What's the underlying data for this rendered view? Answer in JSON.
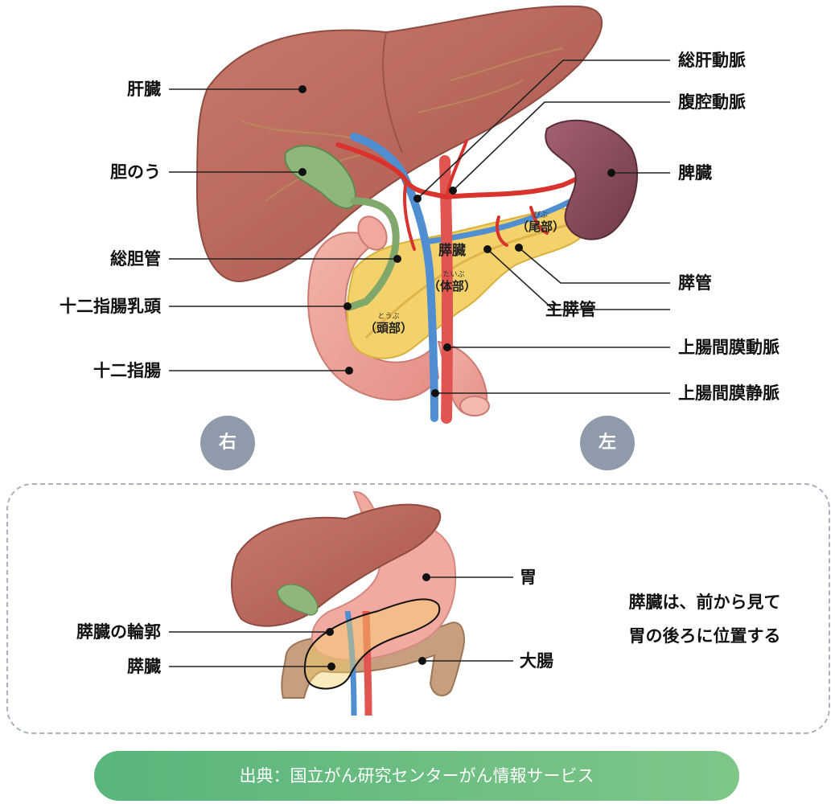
{
  "labels": {
    "liver": "肝臓",
    "gallbladder": "胆のう",
    "common_bile_duct": "総胆管",
    "duodenal_papilla": "十二指腸乳頭",
    "duodenum": "十二指腸",
    "common_hepatic_artery": "総肝動脈",
    "celiac_artery": "腹腔動脈",
    "spleen": "脾臓",
    "pancreatic_duct": "膵管",
    "main_pancreatic_duct": "主膵管",
    "superior_mesenteric_artery": "上腸間膜動脈",
    "superior_mesenteric_vein": "上腸間膜静脈"
  },
  "organ_labels": {
    "pancreas": "膵臓",
    "body": "（体部）",
    "body_ruby": "たいぶ",
    "head": "（頭部）",
    "head_ruby": "とうぶ",
    "tail": "（尾部）",
    "tail_ruby": "びぶ"
  },
  "sides": {
    "right": "右",
    "left": "左"
  },
  "inset": {
    "stomach": "胃",
    "pancreas_outline": "膵臓の輪郭",
    "pancreas": "膵臓",
    "large_intestine": "大腸",
    "note_line1": "膵臓は、前から見て",
    "note_line2": "胃の後ろに位置する"
  },
  "source": "出典：国立がん研究センターがん情報サービス"
}
